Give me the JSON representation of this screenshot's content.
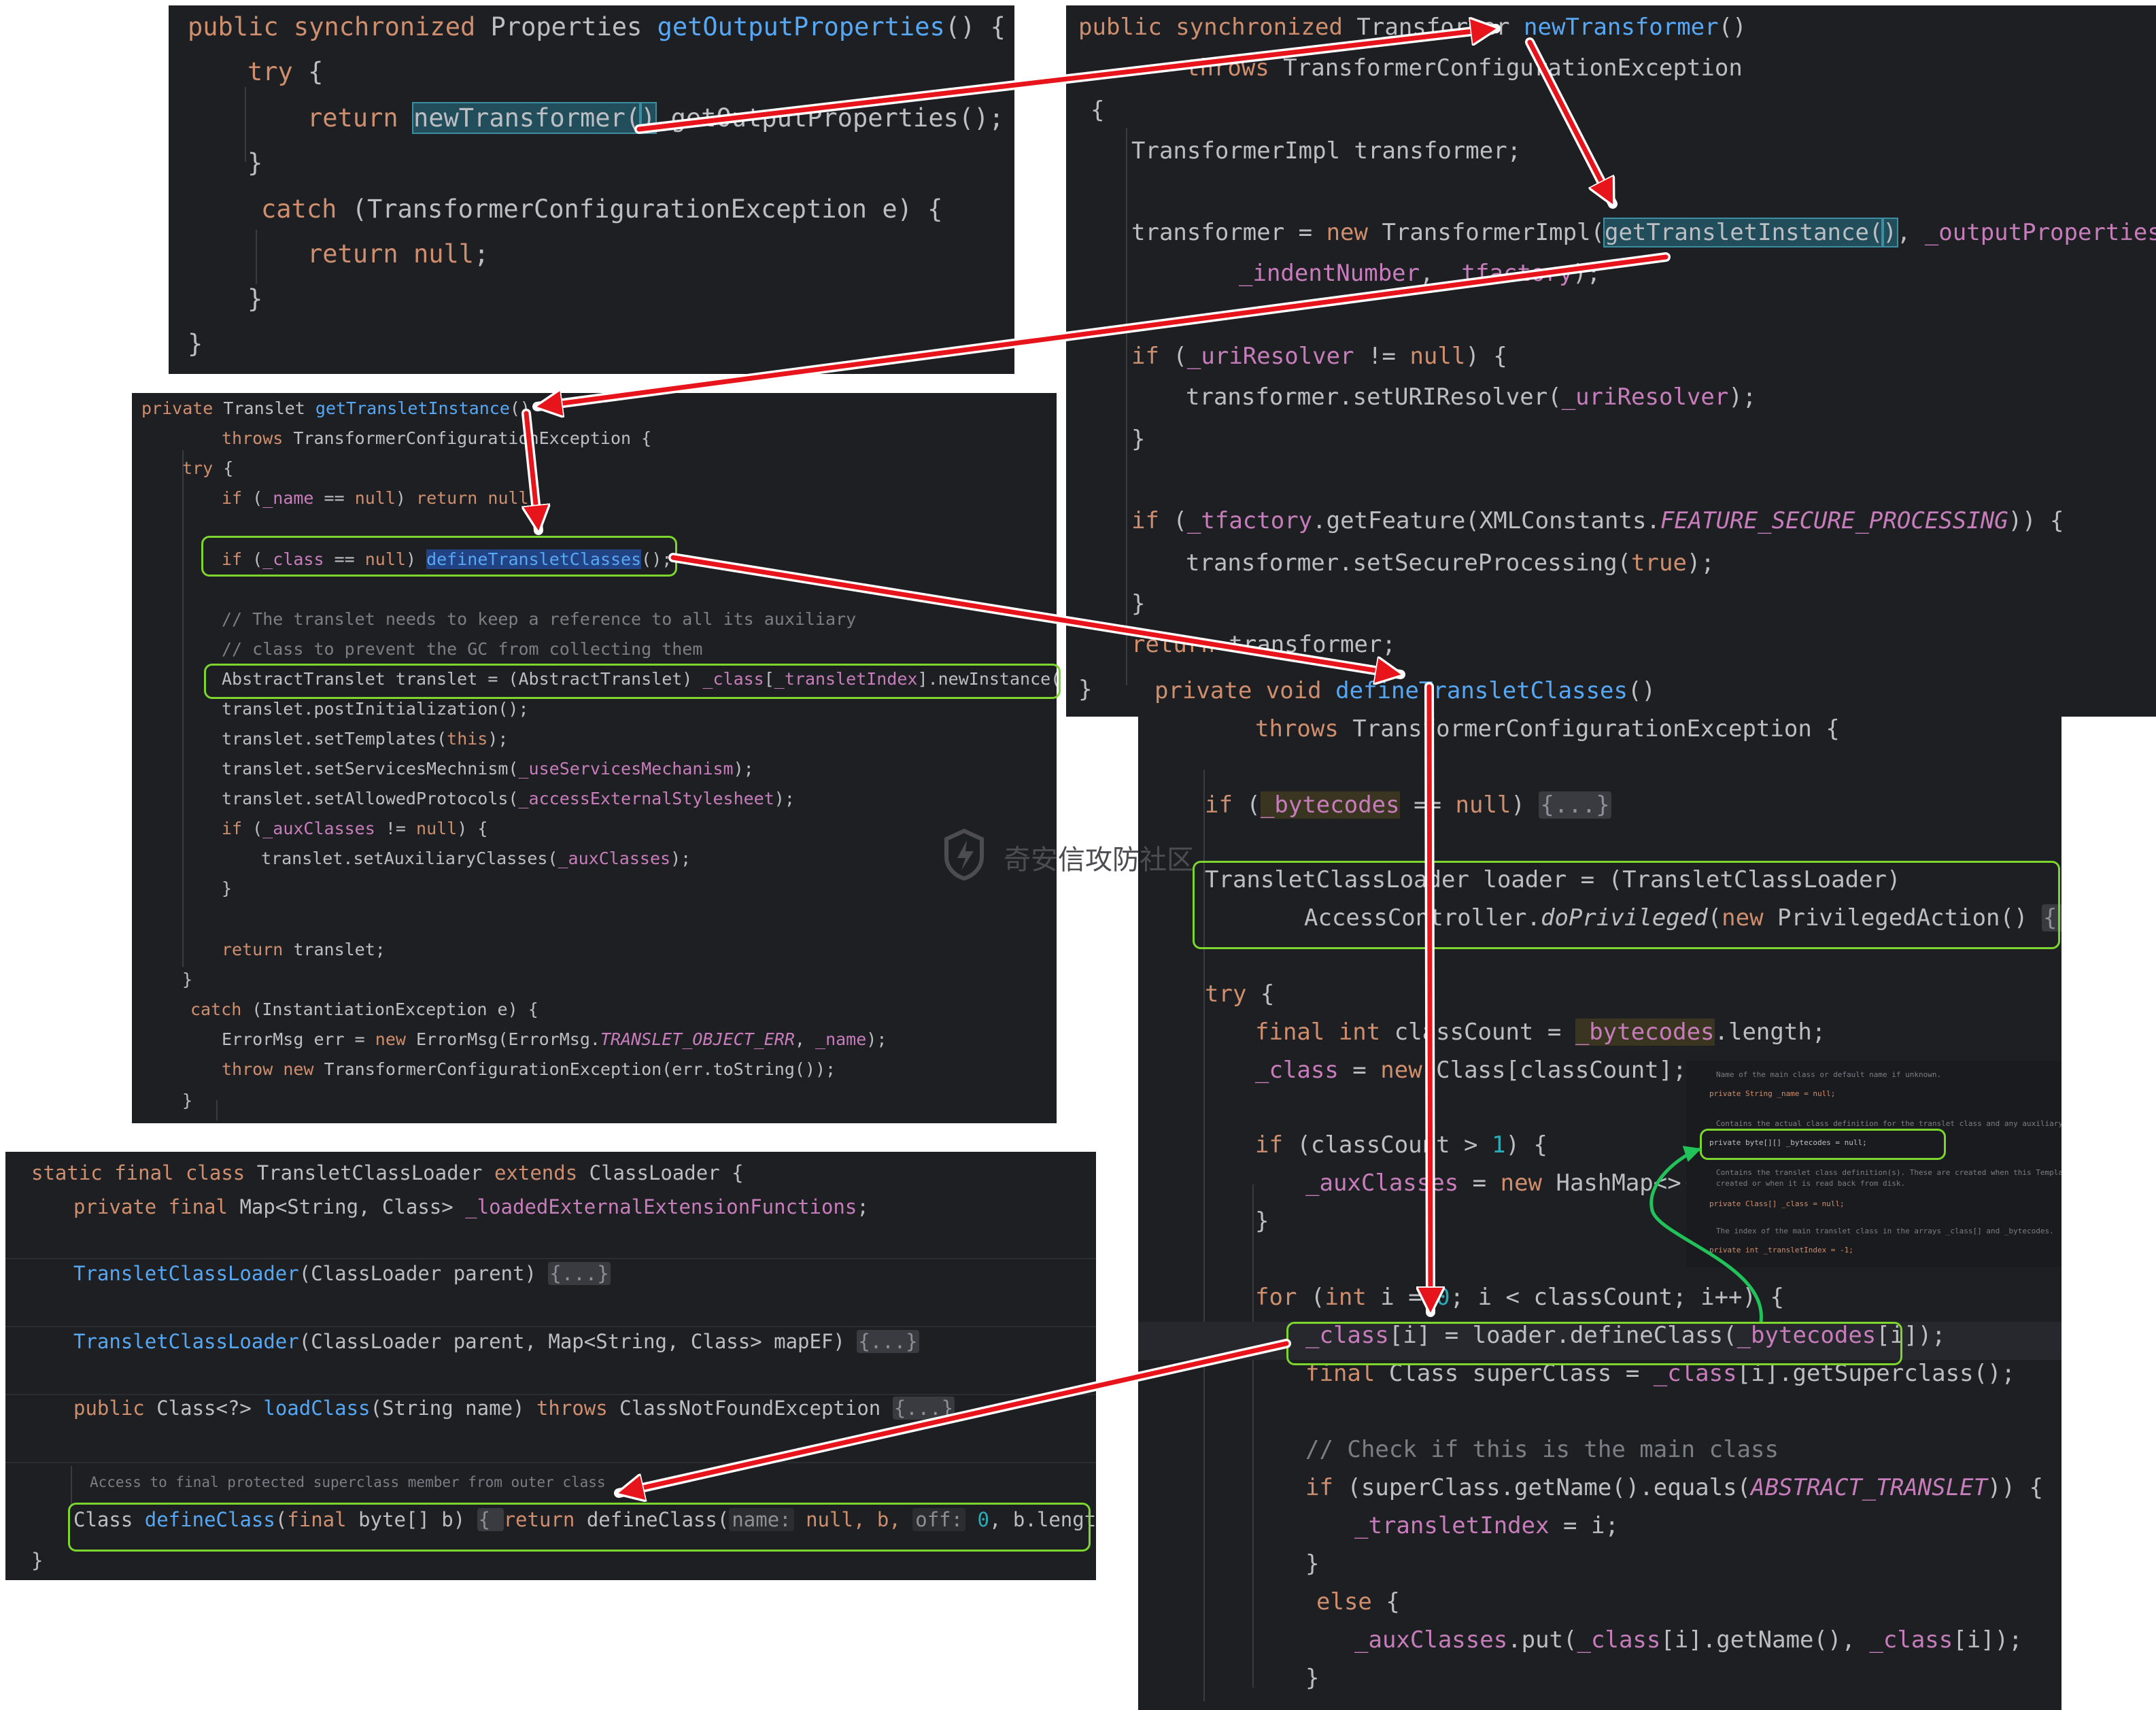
{
  "panel1": {
    "l1": {
      "a": "public synchronized ",
      "b": "Properties ",
      "c": "getOutputProperties",
      "d": "() {"
    },
    "l2": {
      "a": "try",
      "b": " {"
    },
    "l3": {
      "a": "return ",
      "b": "newTransformer(",
      "c": ")",
      "d": ".getOutputProperties();"
    },
    "l4": "}",
    "l5": {
      "a": "catch",
      "b": " (TransformerConfigurationException e) {"
    },
    "l6": {
      "a": "return ",
      "b": "null",
      "c": ";"
    },
    "l7": "}",
    "l8": "}"
  },
  "panel2": {
    "l1": {
      "a": "public synchronized ",
      "b": "Transformer ",
      "c": "newTransformer",
      "d": "()"
    },
    "l2": {
      "a": "throws ",
      "b": "TransformerConfigurationException"
    },
    "l3": "{",
    "l4": "TransformerImpl transformer;",
    "l5": {
      "a": "transformer = ",
      "b": "new ",
      "c": "TransformerImpl(",
      "d": "getTransletInstance(",
      "e": ")",
      "f": ", ",
      "g": "_outputProperties",
      "h": ","
    },
    "l6": {
      "a": "_indentNumber",
      "b": ", ",
      "c": "_tfactory",
      "d": ");"
    },
    "l7": {
      "a": "if ",
      "b": "(",
      "c": "_uriResolver",
      "d": " != ",
      "e": "null",
      "f": ") {"
    },
    "l8": {
      "a": "transformer.setURIResolver(",
      "b": "_uriResolver",
      "c": ");"
    },
    "l9": "}",
    "l10": {
      "a": "if ",
      "b": "(",
      "c": "_tfactory",
      "d": ".getFeature(XMLConstants.",
      "e": "FEATURE_SECURE_PROCESSING",
      "f": ")) {"
    },
    "l11": {
      "a": "transformer.setSecureProcessing(",
      "b": "true",
      "c": ");"
    },
    "l12": "}",
    "l13": {
      "a": "return ",
      "b": "transformer;"
    },
    "l14": "}"
  },
  "panel3": {
    "l1": {
      "a": "private ",
      "b": "Translet ",
      "c": "getTransletInstance",
      "d": "()"
    },
    "l2": {
      "a": "throws ",
      "b": "TransformerConfigurationException {"
    },
    "l3": {
      "a": "try",
      "b": " {"
    },
    "l4": {
      "a": "if ",
      "b": "(",
      "c": "_name",
      "d": " == ",
      "e": "null",
      "f": ") ",
      "g": "return ",
      "h": "null",
      "i": ";"
    },
    "l5": {
      "a": "if ",
      "b": "(",
      "c": "_class",
      "d": " == ",
      "e": "null",
      "f": ") ",
      "g": "defineTransletClasses",
      "h": "();"
    },
    "l6": "// The translet needs to keep a reference to all its auxiliary",
    "l7": "// class to prevent the GC from collecting them",
    "l8": {
      "a": "AbstractTranslet translet = (AbstractTranslet) ",
      "b": "_class",
      "c": "[",
      "d": "_transletIndex",
      "e": "].newInstance();"
    },
    "l9": "translet.postInitialization();",
    "l10": {
      "a": "translet.setTemplates(",
      "b": "this",
      "c": ");"
    },
    "l11": {
      "a": "translet.setServicesMechnism(",
      "b": "_useServicesMechanism",
      "c": ");"
    },
    "l12": {
      "a": "translet.setAllowedProtocols(",
      "b": "_accessExternalStylesheet",
      "c": ");"
    },
    "l13": {
      "a": "if ",
      "b": "(",
      "c": "_auxClasses",
      "d": " != ",
      "e": "null",
      "f": ") {"
    },
    "l14": {
      "a": "translet.setAuxiliaryClasses(",
      "b": "_auxClasses",
      "c": ");"
    },
    "l15": "}",
    "l16": {
      "a": "return ",
      "b": "translet;"
    },
    "l17": "}",
    "l18": {
      "a": "catch ",
      "b": "(InstantiationException e) {"
    },
    "l19": {
      "a": "ErrorMsg err = ",
      "b": "new ",
      "c": "ErrorMsg(ErrorMsg.",
      "d": "TRANSLET_OBJECT_ERR",
      "e": ", ",
      "f": "_name",
      "g": ");"
    },
    "l20": {
      "a": "throw ",
      "b": "new ",
      "c": "TransformerConfigurationException(err.toString());"
    },
    "l21": "}"
  },
  "panel4": {
    "l1": {
      "a": "static final class ",
      "b": "TransletClassLoader ",
      "c": "extends ",
      "d": "ClassLoader {"
    },
    "l2": {
      "a": "private final ",
      "b": "Map<String, Class> ",
      "c": "_loadedExternalExtensionFunctions",
      "d": ";"
    },
    "l3": {
      "a": "TransletClassLoader",
      "b": "(ClassLoader parent) ",
      "c": "{...}"
    },
    "l4": {
      "a": "TransletClassLoader",
      "b": "(ClassLoader parent, Map<String, Class> mapEF) ",
      "c": "{...}"
    },
    "l5": {
      "a": "public ",
      "b": "Class<?> ",
      "c": "loadClass",
      "d": "(String name) ",
      "e": "throws ",
      "f": "ClassNotFoundException ",
      "g": "{...}"
    },
    "l6": "Access to final protected superclass member from outer class",
    "l7": {
      "a": "Class ",
      "b": "defineClass",
      "c": "(",
      "d": "final ",
      "e": "byte[] b) ",
      "f": "{ ",
      "g": "return ",
      "h": "defineClass(",
      "i": "name:",
      "j": " null, b, ",
      "k": "off:",
      "l": " 0",
      "m": ", b.length); ",
      "n": "}"
    },
    "l8": "}"
  },
  "panel5": {
    "l1": {
      "a": "private void ",
      "b": "defineTransletClasses",
      "c": "()"
    },
    "l2": {
      "a": "throws ",
      "b": "TransformerConfigurationException {"
    },
    "l3": {
      "a": "if ",
      "b": "(",
      "c": "_bytecodes",
      "d": " == ",
      "e": "null",
      "f": ") ",
      "g": "{...}"
    },
    "l4": "TransletClassLoader loader = (TransletClassLoader)",
    "l5": {
      "a": "AccessController.",
      "b": "doPrivileged",
      "c": "(",
      "d": "new ",
      "e": "PrivilegedAction() ",
      "f": "{...}",
      "g": ");"
    },
    "l6": {
      "a": "try",
      "b": " {"
    },
    "l7": {
      "a": "final int ",
      "b": "classCount = ",
      "c": "_bytecodes",
      "d": ".length;"
    },
    "l8": {
      "a": "_class",
      "b": " = ",
      "c": "new ",
      "d": "Class[classCount];"
    },
    "l9": {
      "a": "if ",
      "b": "(classCount > ",
      "c": "1",
      "d": ") {"
    },
    "l10": {
      "a": "_auxClasses",
      "b": " = ",
      "c": "new ",
      "d": "HashMap<>();"
    },
    "l11": "}",
    "l12": {
      "a": "for ",
      "b": "(",
      "c": "int ",
      "d": "i = ",
      "e": "0",
      "f": "; i < classCount; i++) {"
    },
    "l13": {
      "a": "_class",
      "b": "[i] = loader.defineClass(",
      "c": "_bytecodes",
      "d": "[i]);"
    },
    "l14": {
      "a": "final ",
      "b": "Class superClass = ",
      "c": "_class",
      "d": "[i].getSuperclass();"
    },
    "l15": "// Check if this is the main class",
    "l16": {
      "a": "if ",
      "b": "(superClass.getName().equals(",
      "c": "ABSTRACT_TRANSLET",
      "d": ")) {"
    },
    "l17": {
      "a": "_transletIndex",
      "b": " = i;"
    },
    "l18": "}",
    "l19": {
      "a": "else ",
      "b": "{"
    },
    "l20": {
      "a": "_auxClasses",
      "b": ".put(",
      "c": "_class",
      "d": "[i].getName(), ",
      "e": "_class",
      "f": "[i]);"
    },
    "l21": "}"
  },
  "mini": {
    "l1": "Name of the main class or default name if unknown.",
    "l2": "private String _name = null;",
    "l3": "Contains the actual class definition for the translet class and any auxiliary classes.",
    "l4": "private byte[][] _bytecodes = null;",
    "l5": "Contains the translet class definition(s). These are created when this Templates is",
    "l6": "created or when it is read back from disk.",
    "l7": "private Class[] _class = null;",
    "l8": "The index of the main translet class in the arrays _class[] and _bytecodes.",
    "l9": "private int _transletIndex = -1;"
  },
  "watermark": "奇安信攻防社区",
  "colors": {
    "arrow": "#e8141b",
    "box": "#7cd62e",
    "bg": "#1e1f22"
  }
}
